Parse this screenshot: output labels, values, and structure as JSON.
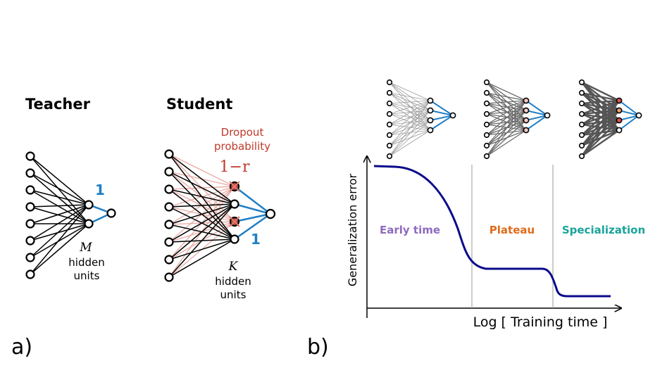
{
  "panel_a": {
    "label": "a)",
    "teacher": {
      "title": "Teacher",
      "weight_label": "1",
      "var_label": "M",
      "units_line1": "hidden",
      "units_line2": "units"
    },
    "student": {
      "title": "Student",
      "dropout_line1": "Dropout",
      "dropout_line2": "probability",
      "dropout_value": "1−r",
      "weight_label": "1",
      "var_label": "K",
      "units_line1": "hidden",
      "units_line2": "units"
    }
  },
  "panel_b": {
    "label": "b)",
    "ylabel": "Generalization error",
    "xlabel": "Log [ Training time ]",
    "phases": [
      {
        "label": "Early time",
        "color": "#8e6bbf"
      },
      {
        "label": "Plateau",
        "color": "#e06b1a"
      },
      {
        "label": "Specialization",
        "color": "#1aa39a"
      }
    ]
  },
  "colors": {
    "node_stroke": "#000000",
    "teacher_edge": "#000000",
    "output_edge": "#1f7fc4",
    "dropout_edge": "#e6a19a",
    "dropout_node": "#c84b3c",
    "dropout_text": "#c0392b",
    "curve": "#0a0a8c",
    "divider": "#9a9a9a"
  }
}
